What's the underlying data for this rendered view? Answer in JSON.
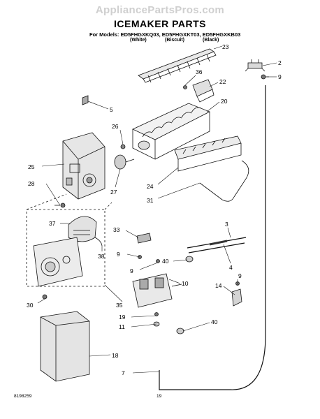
{
  "site_watermark": "AppliancePartsPros.com",
  "title": "ICEMAKER PARTS",
  "models_line": "For Models: ED5FHGXKQ03, ED5FHGXKT03, ED5FHGXKB03",
  "colors": {
    "white": "(White)",
    "biscuit": "(Biscuit)",
    "black": "(Black)"
  },
  "callouts": {
    "c23": "23",
    "c2": "2",
    "c9a": "9",
    "c36": "36",
    "c22": "22",
    "c5": "5",
    "c20": "20",
    "c26": "26",
    "c25": "25",
    "c28": "28",
    "c27": "27",
    "c24": "24",
    "c31": "31",
    "c37": "37",
    "c33": "33",
    "c3": "3",
    "c38": "38",
    "c9b": "9",
    "c40a": "40",
    "c4": "4",
    "c9c": "9",
    "c10": "10",
    "c9d": "9",
    "c14": "14",
    "c30": "30",
    "c35": "35",
    "c19": "19",
    "c11": "11",
    "c40b": "40",
    "c18": "18",
    "c7": "7"
  },
  "footer": {
    "doc_number": "8198259",
    "page": "19"
  }
}
